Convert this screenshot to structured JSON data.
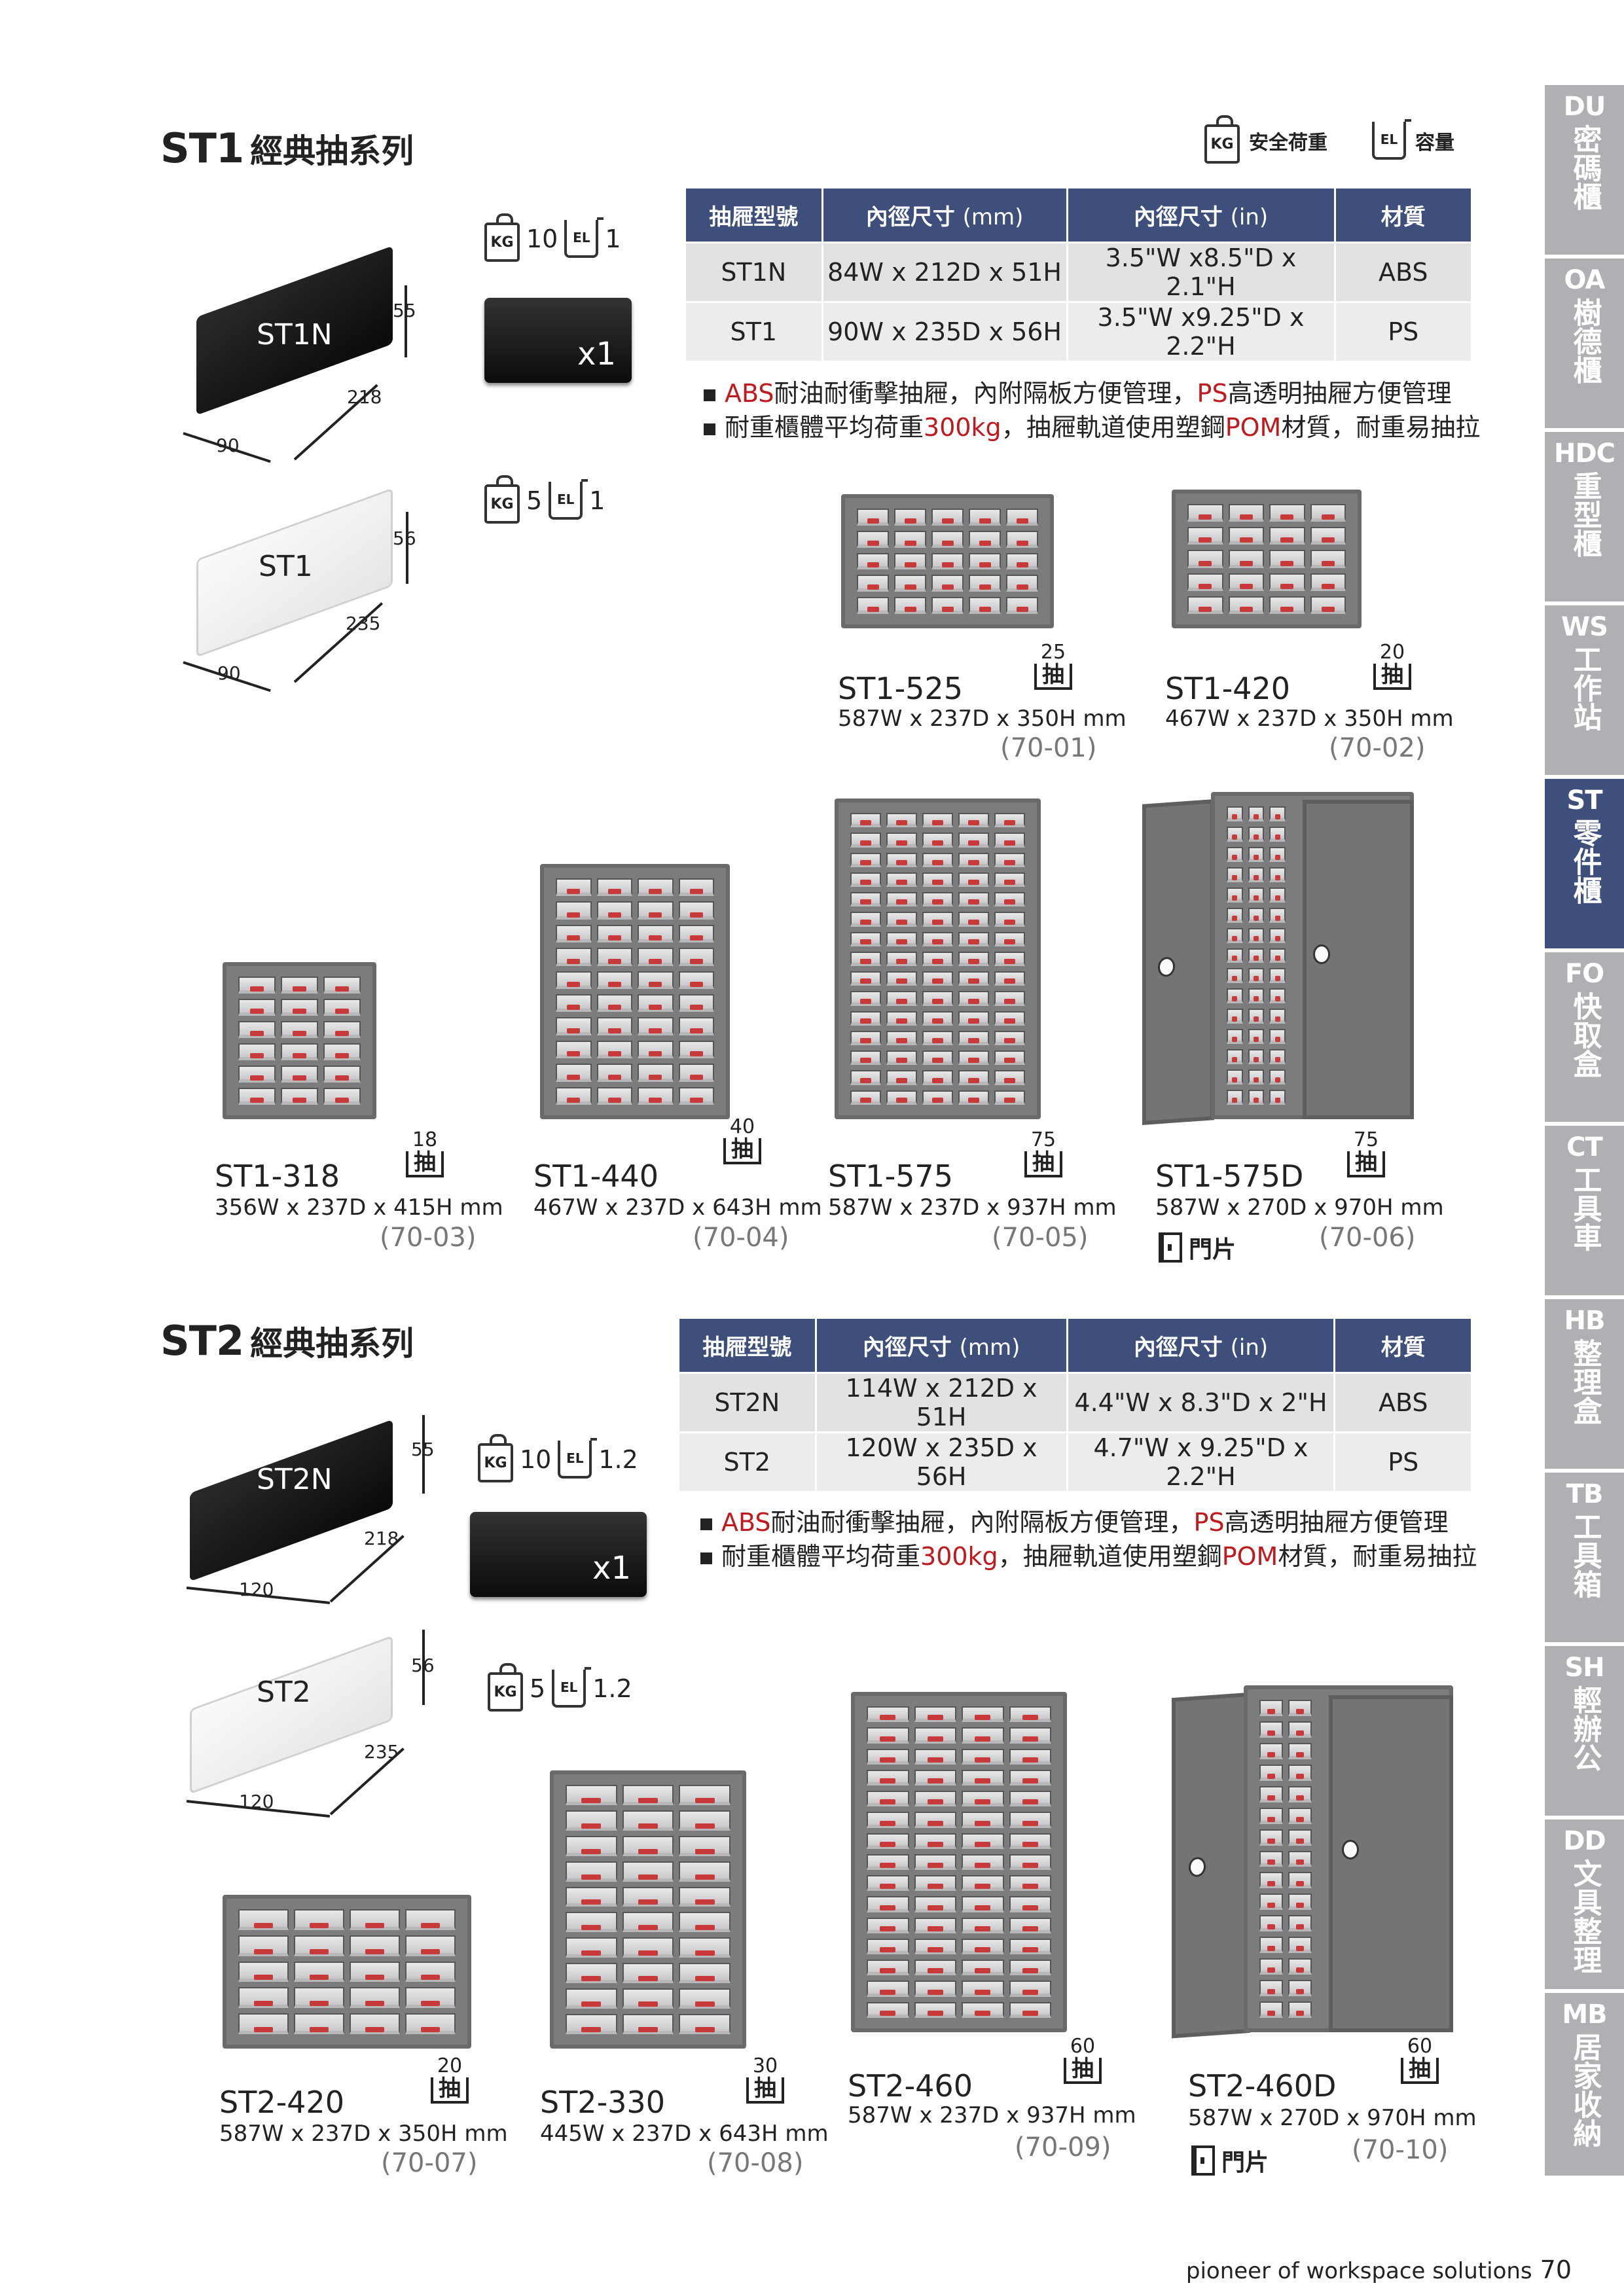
{
  "legend": {
    "weight_label": "安全荷重",
    "capacity_label": "容量",
    "kg": "KG",
    "el": "EL"
  },
  "st1": {
    "code": "ST1",
    "title": "經典抽系列",
    "table": {
      "headers": [
        "抽屜型號",
        "內徑尺寸",
        "(mm)",
        "內徑尺寸",
        "(in)",
        "材質"
      ],
      "rows": [
        [
          "ST1N",
          "84W x 212D x 51H",
          "3.5\"W x8.5\"D x 2.1\"H",
          "ABS"
        ],
        [
          "ST1",
          "90W x 235D x 56H",
          "3.5\"W x9.25\"D x 2.2\"H",
          "PS"
        ]
      ]
    },
    "bullets": {
      "b1": [
        "ABS",
        "耐油耐衝擊抽屜，內附隔板方便管理，",
        "PS",
        "高透明抽屜方便管理"
      ],
      "b2": [
        "耐重櫃體平均荷重",
        "300kg",
        "，抽屜軌道使用塑鋼",
        "POM",
        "材質，耐重易抽拉"
      ]
    },
    "bins": [
      {
        "name": "ST1N",
        "weight": "10",
        "cap": "1",
        "h": "55",
        "d": "218",
        "w": "90"
      },
      {
        "name": "ST1",
        "weight": "5",
        "cap": "1",
        "h": "56",
        "d": "235",
        "w": "90"
      }
    ],
    "divider": "x1",
    "products": [
      {
        "name": "ST1-525",
        "dims": "587W x 237D x 350H mm",
        "code": "(70-01)",
        "drawers": "25"
      },
      {
        "name": "ST1-420",
        "dims": "467W x 237D x 350H mm",
        "code": "(70-02)",
        "drawers": "20"
      },
      {
        "name": "ST1-318",
        "dims": "356W x 237D x 415H mm",
        "code": "(70-03)",
        "drawers": "18"
      },
      {
        "name": "ST1-440",
        "dims": "467W x 237D x 643H mm",
        "code": "(70-04)",
        "drawers": "40"
      },
      {
        "name": "ST1-575",
        "dims": "587W x 237D x 937H mm",
        "code": "(70-05)",
        "drawers": "75"
      },
      {
        "name": "ST1-575D",
        "dims": "587W x 270D x 970H mm",
        "code": "(70-06)",
        "drawers": "75",
        "door": "門片"
      }
    ]
  },
  "st2": {
    "code": "ST2",
    "title": "經典抽系列",
    "table": {
      "headers": [
        "抽屜型號",
        "內徑尺寸",
        "(mm)",
        "內徑尺寸",
        "(in)",
        "材質"
      ],
      "rows": [
        [
          "ST2N",
          "114W x 212D x 51H",
          "4.4\"W x 8.3\"D x 2\"H",
          "ABS"
        ],
        [
          "ST2",
          "120W x 235D x 56H",
          "4.7\"W x 9.25\"D x 2.2\"H",
          "PS"
        ]
      ]
    },
    "bullets": {
      "b1": [
        "ABS",
        "耐油耐衝擊抽屜，內附隔板方便管理，",
        "PS",
        "高透明抽屜方便管理"
      ],
      "b2": [
        "耐重櫃體平均荷重",
        "300kg",
        "，抽屜軌道使用塑鋼",
        "POM",
        "材質，耐重易抽拉"
      ]
    },
    "bins": [
      {
        "name": "ST2N",
        "weight": "10",
        "cap": "1.2",
        "h": "55",
        "d": "218",
        "w": "120"
      },
      {
        "name": "ST2",
        "weight": "5",
        "cap": "1.2",
        "h": "56",
        "d": "235",
        "w": "120"
      }
    ],
    "divider": "x1",
    "products": [
      {
        "name": "ST2-420",
        "dims": "587W x 237D x 350H mm",
        "code": "(70-07)",
        "drawers": "20"
      },
      {
        "name": "ST2-330",
        "dims": "445W x 237D x 643H mm",
        "code": "(70-08)",
        "drawers": "30"
      },
      {
        "name": "ST2-460",
        "dims": "587W x 237D x 937H mm",
        "code": "(70-09)",
        "drawers": "60"
      },
      {
        "name": "ST2-460D",
        "dims": "587W x 270D x 970H mm",
        "code": "(70-10)",
        "drawers": "60",
        "door": "門片"
      }
    ]
  },
  "drawer_unit": "抽",
  "tabs": [
    {
      "code": "DU",
      "name": "密碼櫃"
    },
    {
      "code": "OA",
      "name": "樹德櫃"
    },
    {
      "code": "HDC",
      "name": "重型櫃"
    },
    {
      "code": "WS",
      "name": "工作站"
    },
    {
      "code": "ST",
      "name": "零件櫃"
    },
    {
      "code": "FO",
      "name": "快取盒"
    },
    {
      "code": "CT",
      "name": "工具車"
    },
    {
      "code": "HB",
      "name": "整理盒"
    },
    {
      "code": "TB",
      "name": "工具箱"
    },
    {
      "code": "SH",
      "name": "輕辦公"
    },
    {
      "code": "DD",
      "name": "文具整理"
    },
    {
      "code": "MB",
      "name": "居家收納"
    }
  ],
  "footer": {
    "slogan": "pioneer of workspace solutions",
    "page": "70"
  }
}
